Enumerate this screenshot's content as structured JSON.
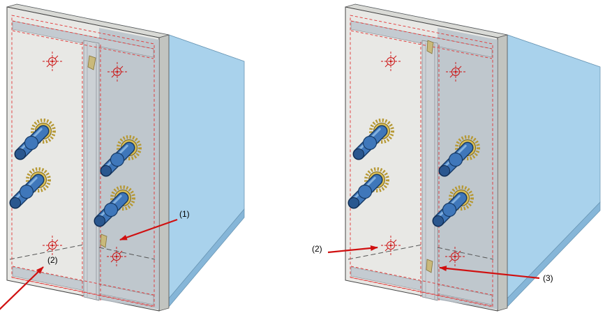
{
  "scene": {
    "type": "cad-steel-connection-illustration",
    "views": {
      "left": {
        "name": "end-plate-connection-view-1",
        "callouts": [
          {
            "label": "(1)"
          },
          {
            "label": "(2)"
          }
        ]
      },
      "right": {
        "name": "end-plate-connection-view-2",
        "callouts": [
          {
            "label": "(2)"
          },
          {
            "label": "(3)"
          }
        ]
      }
    }
  },
  "colors": {
    "background": "#ffffff",
    "beam_top_face": "#c3e2f4",
    "beam_side_face": "#a9d2ec",
    "beam_bottom_face": "#86b6d8",
    "plate_face": "#e8e8e5",
    "plate_shade": "#b7c1c9",
    "plate_edge": "#c2c4c0",
    "flange_band": "#c4cbd1",
    "web_strip": "#ccd1d5",
    "bolt_shaft": "#3f77ba",
    "bolt_cap": "#2a578f",
    "washer": "#d9bd55",
    "weld_prep_tan": "#c9b97b",
    "weld_dash_red": "#e23333",
    "annotation_red": "#d01010",
    "callout_text": "#000000"
  }
}
